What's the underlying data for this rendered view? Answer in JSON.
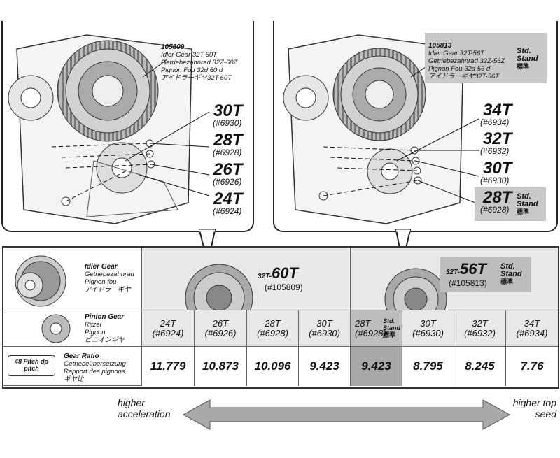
{
  "left_panel": {
    "idler_info": {
      "part_no": "105809",
      "lines": [
        "Idler Gear 32T-60T",
        "Getriebezahnrad 32Z-60Z",
        "Pignon Fou 32d 60 d",
        "アイドラーギヤ32T-60T"
      ]
    },
    "pinions": [
      {
        "teeth": "30T",
        "part": "(#6930)"
      },
      {
        "teeth": "28T",
        "part": "(#6928)"
      },
      {
        "teeth": "26T",
        "part": "(#6926)"
      },
      {
        "teeth": "24T",
        "part": "(#6924)"
      }
    ]
  },
  "right_panel": {
    "idler_info": {
      "part_no": "105813",
      "lines": [
        "Idler Gear 32T-56T",
        "Getriebezahnrad 32Z-56Z",
        "Pignon Fou 32d 56 d",
        "アイドラーギヤ32T-56T"
      ],
      "std_label": "Std. Stand",
      "std_jp": "標準"
    },
    "pinions": [
      {
        "teeth": "34T",
        "part": "(#6934)"
      },
      {
        "teeth": "32T",
        "part": "(#6932)"
      },
      {
        "teeth": "30T",
        "part": "(#6930)"
      },
      {
        "teeth": "28T",
        "part": "(#6928)",
        "std_label": "Std. Stand",
        "std_jp": "標準"
      }
    ]
  },
  "table": {
    "idler_label": [
      "Idler Gear",
      "Getriebezahnrad",
      "Pignon fou",
      "アイドラーギヤ"
    ],
    "pinion_label": [
      "Pinion Gear",
      "Ritzel",
      "Pignon",
      "ピニオンギヤ"
    ],
    "ratio_label": [
      "Gear Ratio",
      "Getriebeübersetzung",
      "Rapport des pignons",
      "ギヤ比"
    ],
    "pitch_label": "48 Pitch dp pitch",
    "idler_60": {
      "prefix": "32T-",
      "main": "60T",
      "part": "(#105809)"
    },
    "idler_56": {
      "prefix": "32T-",
      "main": "56T",
      "part": "(#105813)",
      "std_label": "Std. Stand",
      "std_jp": "標準"
    },
    "columns": [
      {
        "teeth": "24T",
        "part": "(#6924)",
        "ratio": "11.779"
      },
      {
        "teeth": "26T",
        "part": "(#6926)",
        "ratio": "10.873"
      },
      {
        "teeth": "28T",
        "part": "(#6928)",
        "ratio": "10.096"
      },
      {
        "teeth": "30T",
        "part": "(#6930)",
        "ratio": "9.423"
      },
      {
        "teeth": "28T",
        "part": "(#6928)",
        "ratio": "9.423",
        "std": true,
        "std_label": "Std. Stand",
        "std_jp": "標準"
      },
      {
        "teeth": "30T",
        "part": "(#6930)",
        "ratio": "8.795"
      },
      {
        "teeth": "32T",
        "part": "(#6932)",
        "ratio": "8.245"
      },
      {
        "teeth": "34T",
        "part": "(#6934)",
        "ratio": "7.76"
      }
    ]
  },
  "arrow": {
    "left_text": "higher acceleration",
    "right_text": "higher top seed"
  }
}
